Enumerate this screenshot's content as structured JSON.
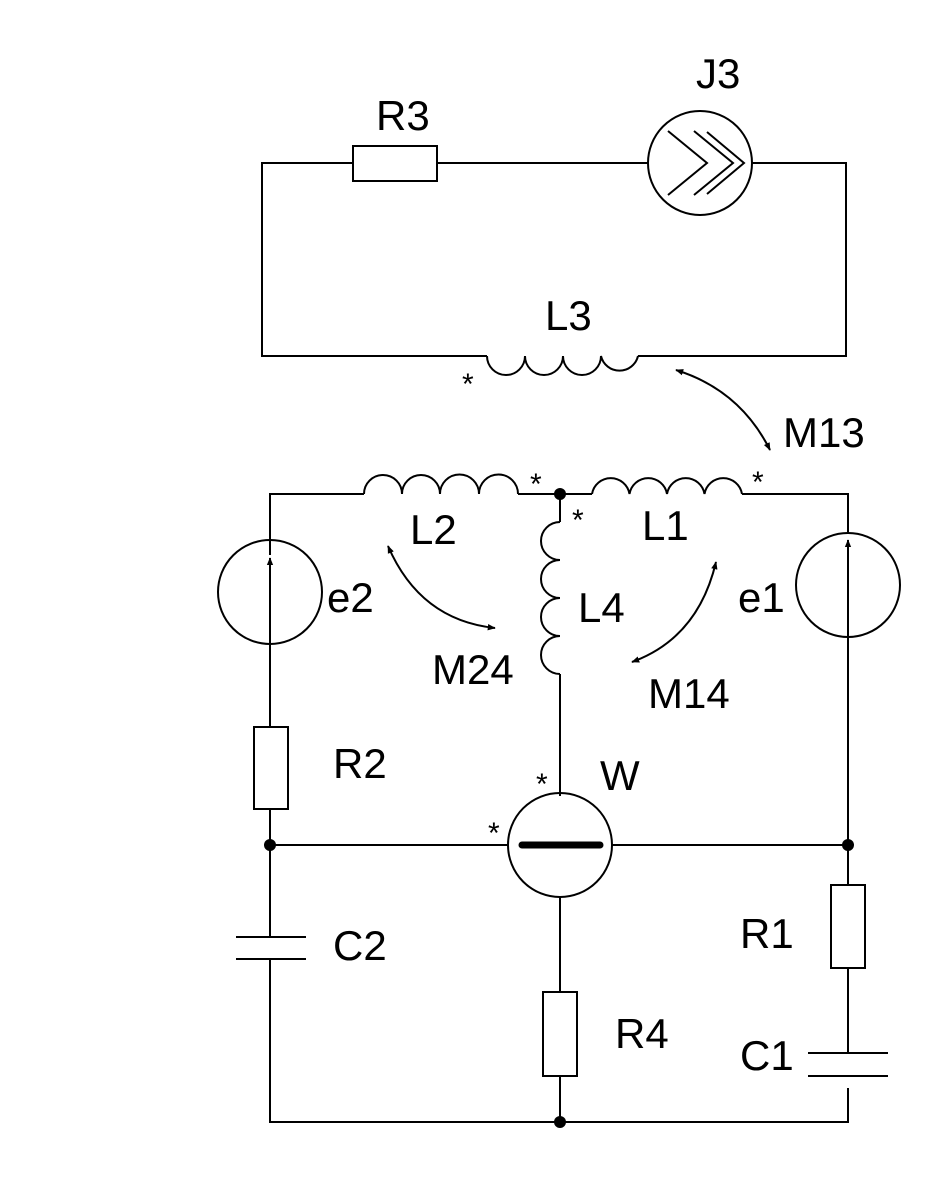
{
  "labels": {
    "R3": "R3",
    "J3": "J3",
    "L3": "L3",
    "M13": "M13",
    "L2": "L2",
    "L1": "L1",
    "L4": "L4",
    "e2": "e2",
    "e1": "e1",
    "M24": "M24",
    "M14": "M14",
    "W": "W",
    "R2": "R2",
    "C2": "C2",
    "R1": "R1",
    "C1": "C1",
    "R4": "R4"
  },
  "polarity_mark": "*"
}
